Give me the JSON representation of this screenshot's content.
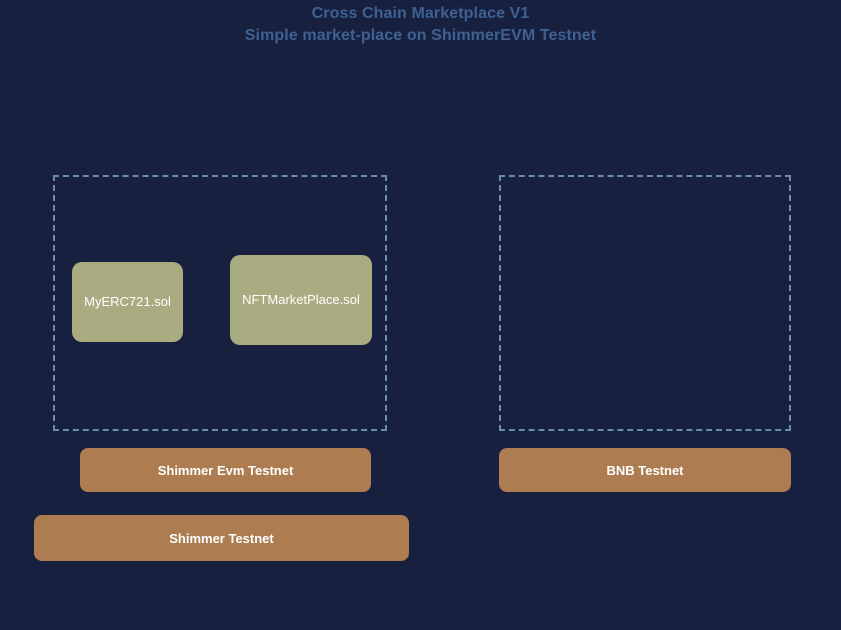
{
  "page": {
    "background_color": "#182040",
    "title_color": "#3f6191",
    "dashed_border_color": "#6a8cb0",
    "contract_fill_color": "#a9ab80",
    "chain_fill_color": "#ad7c50",
    "label_color": "#ffffff"
  },
  "header": {
    "title": "Cross Chain Marketplace V1",
    "subtitle": "Simple market-place on ShimmerEVM Testnet"
  },
  "diagram": {
    "clusters": [
      {
        "id": "shimmer-evm",
        "label": "",
        "contracts": [
          {
            "label": "MyERC721.sol"
          },
          {
            "label": "NFTMarketPlace.sol"
          }
        ]
      },
      {
        "id": "bnb",
        "label": "",
        "contracts": []
      }
    ],
    "chain_buttons": [
      {
        "id": "shimmer-evm-testnet",
        "label": "Shimmer Evm Testnet"
      },
      {
        "id": "bnb-testnet",
        "label": "BNB Testnet"
      },
      {
        "id": "shimmer-testnet",
        "label": "Shimmer Testnet"
      }
    ]
  }
}
